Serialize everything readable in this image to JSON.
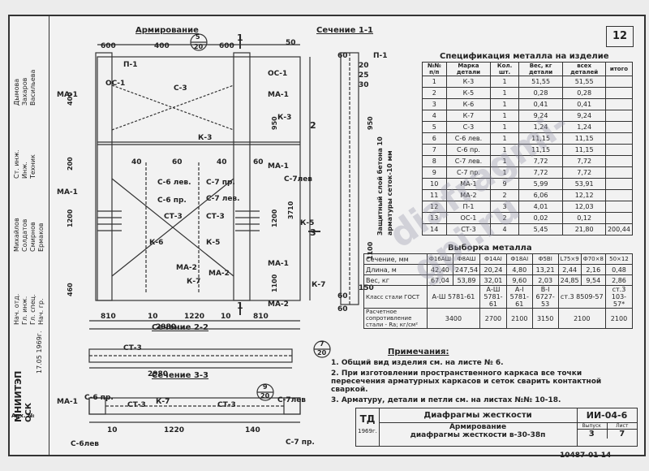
{
  "page_number": "12",
  "views": {
    "armirovanie": "Армирование",
    "section_1_1": "Сечение 1-1",
    "section_2_2": "Сечение 2-2",
    "section_3_3": "Сечение 3-3",
    "mark_5_20": "5",
    "mark_5_20b": "20",
    "mark_7_20": "7",
    "mark_7_20b": "20",
    "mark_9_20": "9",
    "mark_9_20b": "20",
    "mark_1": "1",
    "mark_2": "2",
    "mark_3": "3"
  },
  "drawing_labels": {
    "d600a": "600",
    "d400": "400",
    "d600b": "600",
    "p1": "П-1",
    "p1b": "П-1",
    "ma1a": "МА-1",
    "ma1b": "МА-1",
    "ma1c": "МА-1",
    "ma1d": "МА-1",
    "ma1e": "МА-1",
    "ma2a": "МА-2",
    "ma2b": "МА-2",
    "ma2c": "МА-2",
    "os1a": "ОС-1",
    "os1b": "ОС-1",
    "c3": "С-3",
    "k3a": "К-3",
    "k3b": "К-3",
    "k6": "К-6",
    "k5a": "К-5",
    "k5b": "К-5",
    "k7a": "К-7",
    "k7b": "К-7",
    "k7c": "К-7",
    "c6lev": "С-6 лев.",
    "c6pr": "С-6 пр.",
    "c7pr": "С-7 пр.",
    "c7lev": "С-7 лев.",
    "c7leva": "С-7лев",
    "ct3a": "СТ-3",
    "ct3b": "СТ-3",
    "ct3c": "СТ-3",
    "ct3d": "СТ-3",
    "ct3e": "СТ-3",
    "d40a": "40",
    "d60a": "60",
    "d40b": "40",
    "d60b": "60",
    "d810": "810",
    "d10a": "10",
    "d1220": "1220",
    "d10b": "10",
    "d810b": "810",
    "d2980": "2980",
    "d2980b": "2980",
    "d50": "50",
    "d400b": "400",
    "d950": "950",
    "d3710": "3710",
    "d1200a": "1200",
    "d1200b": "1200",
    "d1100": "1100",
    "d1100b": "1100",
    "d950b": "950",
    "d200": "200",
    "d460": "460",
    "d100": "100",
    "d60c": "60",
    "d60d": "60",
    "d60e": "60",
    "d20": "20",
    "d25": "25",
    "d30": "30",
    "d150": "150",
    "d140": "140",
    "d10c": "10",
    "c6pr_b": "С-6 пр.",
    "c6lev_b": "С-6лев",
    "c7pr_b": "С-7 пр.",
    "c7lev_b": "С-7лев",
    "k7d": "К-7",
    "ma1f": "МА-1",
    "protect1": "Защитный слой бетона 10",
    "protect2": "арматуры сеток-10 мм"
  },
  "spec_table": {
    "title": "Спецификация металла на изделие",
    "headers": [
      "№№ п/п",
      "Марка детали",
      "Кол. шт.",
      "Вес, кг детали",
      "всех деталей",
      "итого"
    ],
    "weight_header": "Вес, кг",
    "rows": [
      [
        "1",
        "К-3",
        "1",
        "51,55",
        "51,55",
        ""
      ],
      [
        "2",
        "К-5",
        "1",
        "0,28",
        "0,28",
        ""
      ],
      [
        "3",
        "К-6",
        "1",
        "0,41",
        "0,41",
        ""
      ],
      [
        "4",
        "К-7",
        "1",
        "9,24",
        "9,24",
        ""
      ],
      [
        "5",
        "С-3",
        "1",
        "1,24",
        "1,24",
        ""
      ],
      [
        "6",
        "С-6 лев.",
        "1",
        "11,15",
        "11,15",
        ""
      ],
      [
        "7",
        "С-6 пр.",
        "1",
        "11,15",
        "11,15",
        ""
      ],
      [
        "8",
        "С-7 лев.",
        "1",
        "7,72",
        "7,72",
        ""
      ],
      [
        "9",
        "С-7 пр.",
        "1",
        "7,72",
        "7,72",
        ""
      ],
      [
        "10",
        "МА-1",
        "9",
        "5,99",
        "53,91",
        ""
      ],
      [
        "11",
        "МА-2",
        "2",
        "6,06",
        "12,12",
        ""
      ],
      [
        "12",
        "П-1",
        "3",
        "4,01",
        "12,03",
        ""
      ],
      [
        "13",
        "ОС-1",
        "2",
        "0,02",
        "0,12",
        ""
      ],
      [
        "14",
        "СТ-3",
        "4",
        "5,45",
        "21,80",
        "200,44"
      ]
    ]
  },
  "metal_table": {
    "title": "Выборка металла",
    "columns": [
      "Ф16АШ",
      "Ф8АШ",
      "Ф14АI",
      "Ф18АI",
      "Ф5ВI",
      "L75×9",
      "Ф70×8",
      "50×12"
    ],
    "rows": [
      {
        "label": "Сечение, мм",
        "cells": []
      },
      {
        "label": "Длина, м",
        "cells": [
          "42,40",
          "247,54",
          "20,24",
          "4,80",
          "13,21",
          "2,44",
          "2,16",
          "0,48"
        ]
      },
      {
        "label": "Вес, кг",
        "cells": [
          "67,04",
          "53,89",
          "32,01",
          "9,60",
          "2,03",
          "24,85",
          "9,54",
          "2,86"
        ]
      }
    ],
    "steel_label": "Класс стали ГОСТ",
    "steel_cells": [
      "А-Ш 5781-61",
      "А-Ш 5781-61",
      "А-I 5781-61",
      "В-I 6727-53",
      "ст.3 8509-57",
      "ст.3 103-57*"
    ],
    "resist_label": "Расчетное сопротивление стали - Ra; кг/см²",
    "resist_cells": [
      "3400",
      "2700",
      "2100",
      "3150",
      "2100",
      "2100"
    ]
  },
  "notes": {
    "title": "Примечания:",
    "items": [
      "1. Общий вид изделия см. на листе № 6.",
      "2. При изготовлении пространственного каркаса все точки пересечения арматурных каркасов и сеток сварить контактной сваркой.",
      "3. Арматуру, детали и петли см. на листах №№ 10-18."
    ]
  },
  "title_block": {
    "org": "ТД",
    "year": "1969г.",
    "title1": "Диафрагмы жесткости",
    "title2": "Армирование",
    "title3": "диафрагмы жесткости в-30-38п",
    "code": "ИИ-04-6",
    "issue_label": "Выпуск",
    "sheet_label": "Лист",
    "issue": "3",
    "sheet": "7",
    "stamp": "10487-01 14"
  },
  "sidebar": {
    "org": "МНИИТЭП",
    "osk": "ОСК",
    "arch": "Арх. №",
    "dates": "17.05 1969г.",
    "roles": [
      "Нач. отд.",
      "Гл. инж.",
      "Гл. спец.",
      "Нач. гр.",
      "Ст. инж.",
      "Инж.",
      "Техник"
    ],
    "names": [
      "Михайлов",
      "Солдатов",
      "Смирнов",
      "Ермаков",
      "Дымова",
      "Захаров",
      "Васильева"
    ]
  },
  "watermark": "diafragmi-gpi.ru"
}
